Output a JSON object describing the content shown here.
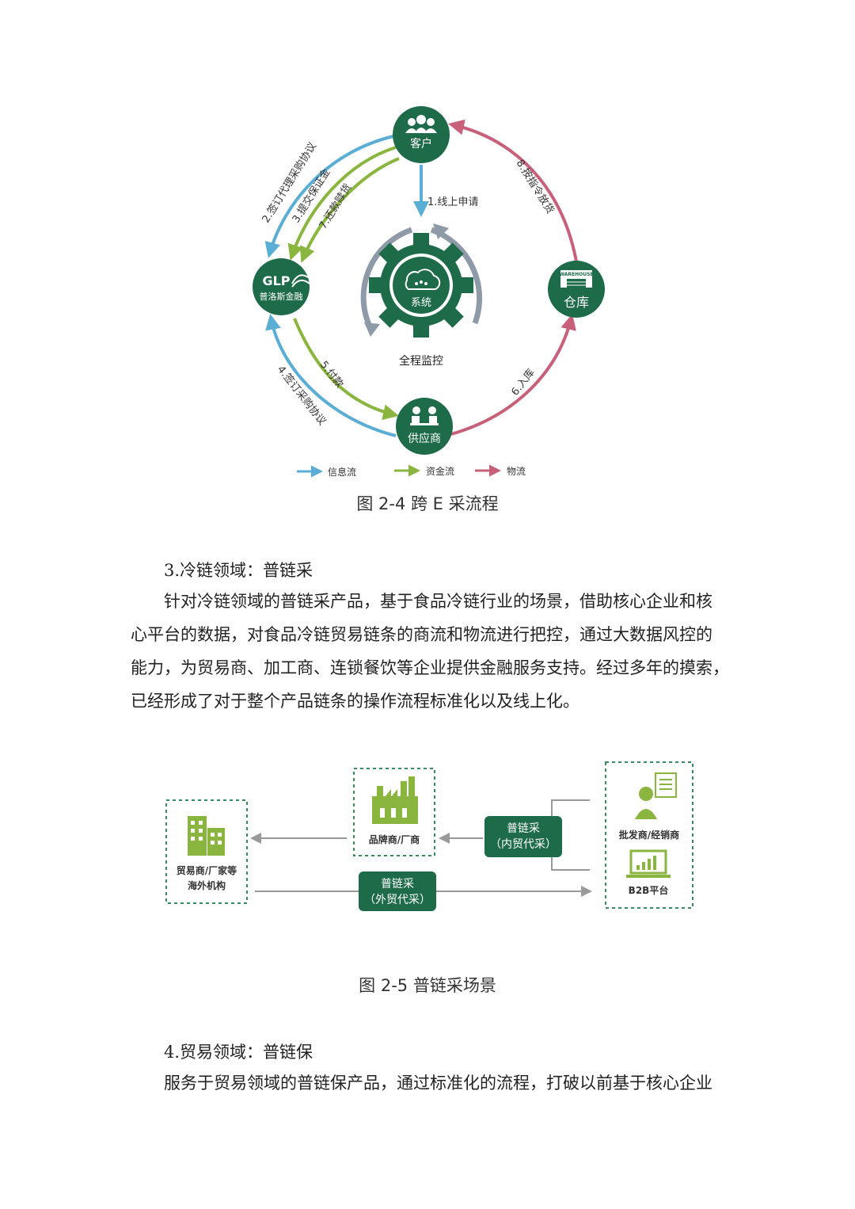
{
  "fig1": {
    "nodes": {
      "customer": "客户",
      "glp_logo": "GLP",
      "glp_name": "普洛斯金融",
      "warehouse": "仓库",
      "warehouse_sign": "WAREHOUSE",
      "supplier": "供应商",
      "system": "系统"
    },
    "flows": {
      "f1": "1.线上申请",
      "f2": "2.签订代理采购协议",
      "f3": "3.提交保证金",
      "f4": "4.签订采购协议",
      "f5": "5.付款",
      "f6": "6.入库",
      "f7": "7.还款赎货",
      "f8": "8.按指令放货"
    },
    "monitor": "全程监控",
    "legend": {
      "info": "信息流",
      "capital": "资金流",
      "logistics": "物流"
    },
    "caption": "图 2-4 跨 E 采流程",
    "colors": {
      "green": "#1e6b4a",
      "blue": "#5aaed6",
      "lime": "#8ab53f",
      "red": "#c9607a",
      "gray": "#8e9aa8"
    }
  },
  "section3": {
    "heading": "3.冷链领域：普链采",
    "lines": [
      "针对冷链领域的普链采产品，基于食品冷链行业的场景，借助核心企业和核",
      "心平台的数据，对食品冷链贸易链条的商流和物流进行把控，通过大数据风控的",
      "能力，为贸易商、加工商、连锁餐饮等企业提供金融服务支持。经过多年的摸索，",
      "已经形成了对于整个产品链条的操作流程标准化以及线上化。"
    ]
  },
  "fig2": {
    "overseas_line1": "贸易商/厂家等",
    "overseas_line2": "海外机构",
    "brand": "品牌商/厂商",
    "domestic_line1": "普链采",
    "domestic_line2": "（内贸代采）",
    "foreign_line1": "普链采",
    "foreign_line2": "（外贸代采）",
    "wholesaler": "批发商/经销商",
    "b2b": "B2B平台",
    "caption": "图 2-5 普链采场景"
  },
  "section4": {
    "heading": "4.贸易领域：普链保",
    "lines": [
      "服务于贸易领域的普链保产品，通过标准化的流程，打破以前基于核心企业"
    ]
  }
}
